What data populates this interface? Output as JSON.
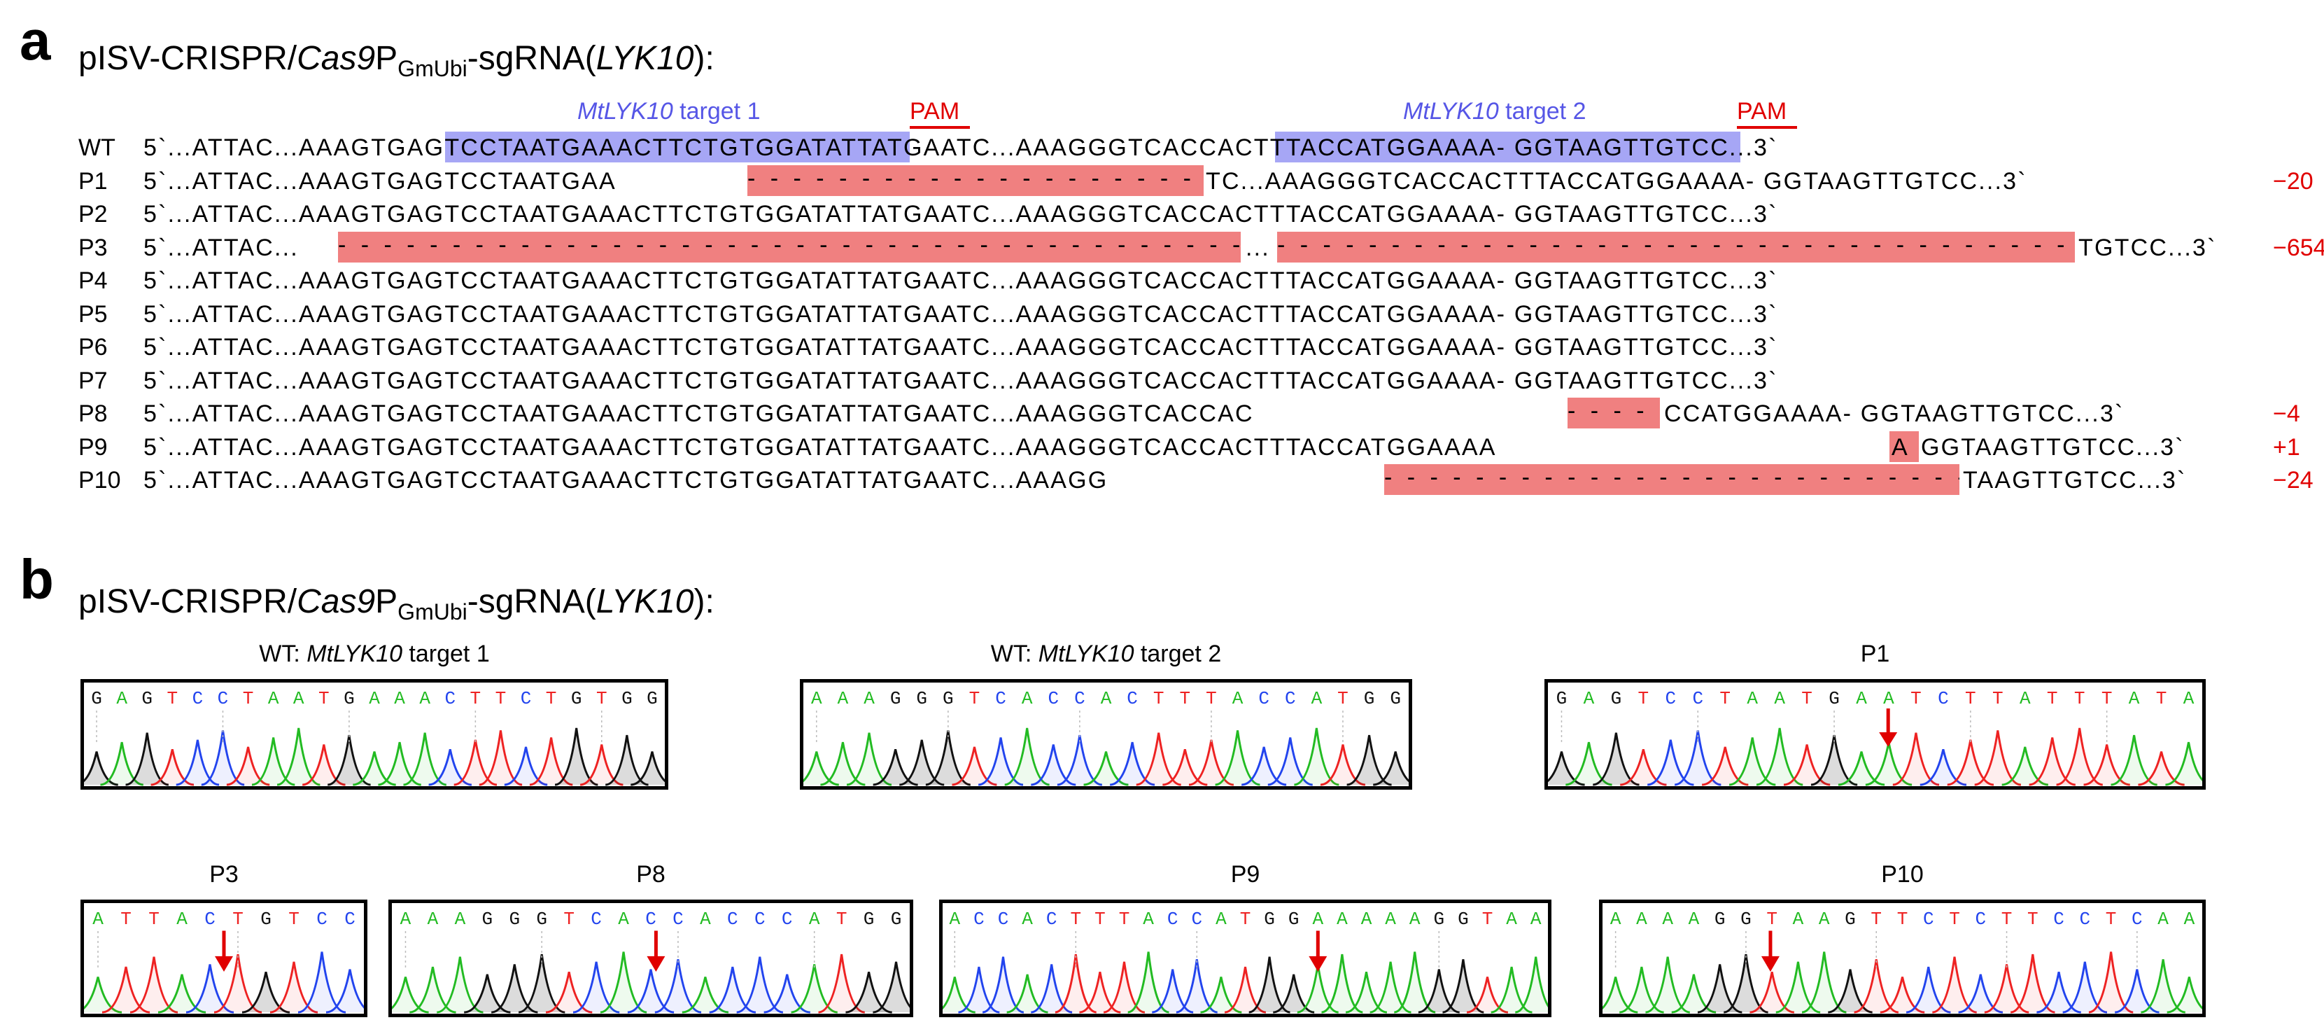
{
  "panel_a": {
    "letter": "a",
    "construct": {
      "pre": "pISV-CRISPR/",
      "cas": "Cas9",
      "p": "P",
      "sub": "GmUbi",
      "mid": "-sgRNA(",
      "gene": "LYK10",
      "post": "):"
    },
    "target1_label": {
      "gene": "MtLYK10",
      "rest": " target 1"
    },
    "target2_label": {
      "gene": "MtLYK10",
      "rest": " target 2"
    },
    "pam": "PAM",
    "rows": [
      {
        "label": "WT",
        "seq": "5`...ATTAC...AAAGTGAGTCCTAATGAAACTTCTGTGGATATTATGAATC...AAAGGGTCACCACTTTACCATGGAAAA- GGTAAGTTGTCC...3`",
        "indel": ""
      },
      {
        "label": "P1",
        "seq": "5`...ATTAC...AAAGTGAGTCCTAATGAA",
        "seq2": "TC...AAAGGGTCACCACTTTACCATGGAAAA- GGTAAGTTGTCC...3`",
        "indel": "−20"
      },
      {
        "label": "P2",
        "seq": "5`...ATTAC...AAAGTGAGTCCTAATGAAACTTCTGTGGATATTATGAATC...AAAGGGTCACCACTTTACCATGGAAAA- GGTAAGTTGTCC...3`",
        "indel": ""
      },
      {
        "label": "P3",
        "seq": "5`...ATTAC...",
        "seq_mid": "...",
        "seq2": "TGTCC...3`",
        "indel": "−654"
      },
      {
        "label": "P4",
        "seq": "5`...ATTAC...AAAGTGAGTCCTAATGAAACTTCTGTGGATATTATGAATC...AAAGGGTCACCACTTTACCATGGAAAA- GGTAAGTTGTCC...3`",
        "indel": ""
      },
      {
        "label": "P5",
        "seq": "5`...ATTAC...AAAGTGAGTCCTAATGAAACTTCTGTGGATATTATGAATC...AAAGGGTCACCACTTTACCATGGAAAA- GGTAAGTTGTCC...3`",
        "indel": ""
      },
      {
        "label": "P6",
        "seq": "5`...ATTAC...AAAGTGAGTCCTAATGAAACTTCTGTGGATATTATGAATC...AAAGGGTCACCACTTTACCATGGAAAA- GGTAAGTTGTCC...3`",
        "indel": ""
      },
      {
        "label": "P7",
        "seq": "5`...ATTAC...AAAGTGAGTCCTAATGAAACTTCTGTGGATATTATGAATC...AAAGGGTCACCACTTTACCATGGAAAA- GGTAAGTTGTCC...3`",
        "indel": ""
      },
      {
        "label": "P8",
        "seq": "5`...ATTAC...AAAGTGAGTCCTAATGAAACTTCTGTGGATATTATGAATC...AAAGGGTCACCAC",
        "seq2": "CCATGGAAAA- GGTAAGTTGTCC...3`",
        "indel": "−4"
      },
      {
        "label": "P9",
        "seq": "5`...ATTAC...AAAGTGAGTCCTAATGAAACTTCTGTGGATATTATGAATC...AAAGGGTCACCACTTTACCATGGAAAA",
        "ins": "A",
        "seq2": "GGTAAGTTGTCC...3`",
        "indel": "+1"
      },
      {
        "label": "P10",
        "seq": "5`...ATTAC...AAAGTGAGTCCTAATGAAACTTCTGTGGATATTATGAATC...AAAGG",
        "seq2": "TAAGTTGTCC...3`",
        "indel": "−24"
      }
    ]
  },
  "panel_b": {
    "letter": "b",
    "construct": {
      "pre": "pISV-CRISPR/",
      "cas": "Cas9",
      "p": "P",
      "sub": "GmUbi",
      "mid": "-sgRNA(",
      "gene": "LYK10",
      "post": "):"
    },
    "traces": [
      {
        "title_pre": "WT: ",
        "title_gene": "MtLYK10",
        "title_post": " target 1",
        "bases": "GAGTCCTAATGAAACTTCTGTGG",
        "arrow": false
      },
      {
        "title_pre": "WT: ",
        "title_gene": "MtLYK10",
        "title_post": " target 2",
        "bases": "AAAGGGTCACCACTTTACCATGG",
        "arrow": false
      },
      {
        "title_pre": "",
        "title_gene": "",
        "title_post": "P1",
        "bases": "GAGTCCTAATGAATCTTATTTATA",
        "arrow": true
      },
      {
        "title_pre": "",
        "title_gene": "",
        "title_post": "P3",
        "bases": "ATTACTGTCC",
        "arrow": true
      },
      {
        "title_pre": "",
        "title_gene": "",
        "title_post": "P8",
        "bases": "AAAGGGTCACCACCCATGG",
        "arrow": true
      },
      {
        "title_pre": "",
        "title_gene": "",
        "title_post": "P9",
        "bases": "ACCACTTTACCATGGAAAAAGGTAA",
        "arrow": true
      },
      {
        "title_pre": "",
        "title_gene": "",
        "title_post": "P10",
        "bases": "AAAAGGTAAGTTCTCTTCCTCAA",
        "arrow": true
      }
    ],
    "base_colors": {
      "A": "#22bb22",
      "C": "#2244ee",
      "G": "#111111",
      "T": "#ee2222"
    }
  }
}
